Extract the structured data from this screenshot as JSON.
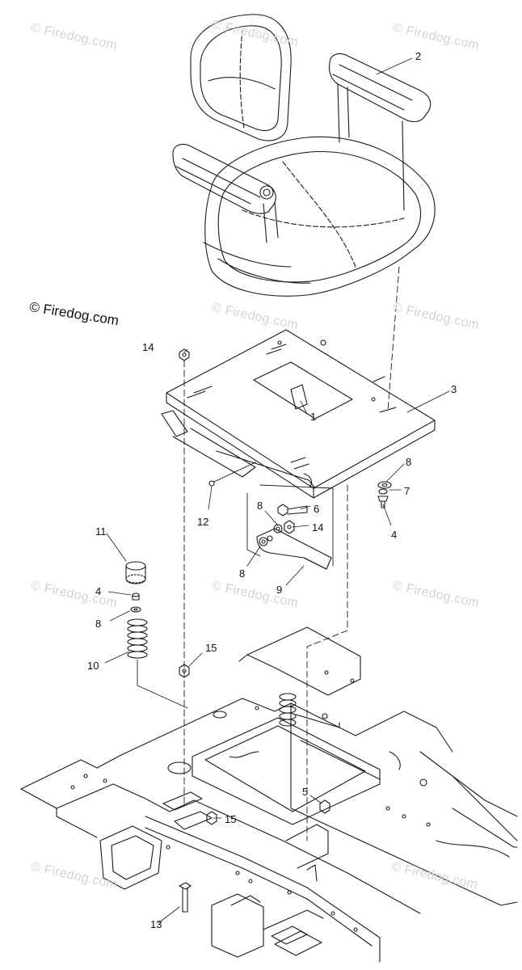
{
  "copyright": "© Firedog.com",
  "watermark_text": "© Firedog.com",
  "callouts": [
    "2",
    "3",
    "1",
    "14",
    "8",
    "7",
    "4",
    "12",
    "6",
    "8",
    "14",
    "8",
    "9",
    "11",
    "4",
    "8",
    "10",
    "15",
    "5",
    "15",
    "13"
  ],
  "colors": {
    "line": "#1a1a1a",
    "watermark": "#d4d4d4",
    "background": "#ffffff"
  }
}
